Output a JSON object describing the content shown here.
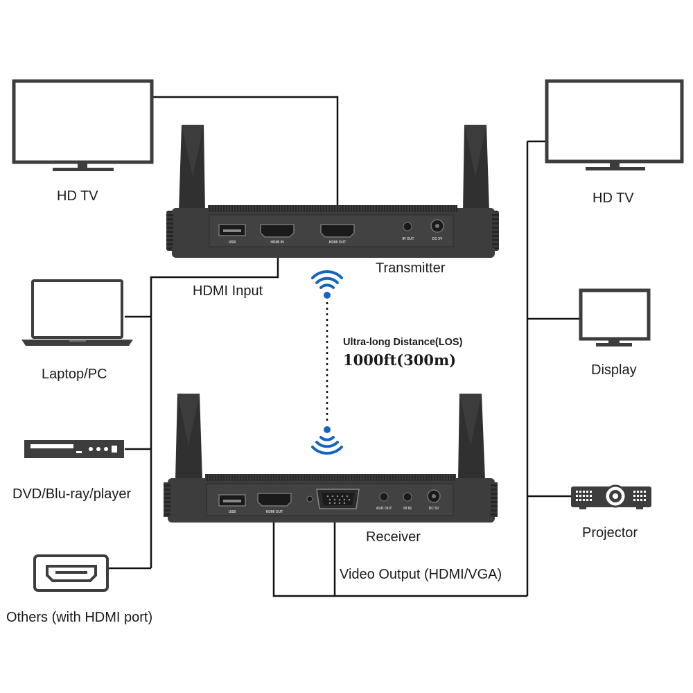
{
  "devices": {
    "transmitter": {
      "label": "Transmitter",
      "ports": [
        "USB",
        "HDMI IN",
        "HDMI OUT",
        "IR OUT",
        "DC 5V"
      ]
    },
    "receiver": {
      "label": "Receiver",
      "ports": [
        "USB",
        "HDMI OUT",
        "AUD OUT",
        "IR IN",
        "DC 5V"
      ]
    }
  },
  "connections": {
    "input_label": "HDMI Input",
    "output_label": "Video Output (HDMI/VGA)"
  },
  "distance": {
    "title": "Ultra-long Distance(LOS)",
    "value": "1000ft(300m)"
  },
  "sources": {
    "tv": "HD TV",
    "laptop": "Laptop/PC",
    "dvd": "DVD/Blu-ray/player",
    "others": "Others (with HDMI port)"
  },
  "outputs": {
    "tv": "HD TV",
    "display": "Display",
    "projector": "Projector"
  },
  "colors": {
    "device": "#3d3d3d",
    "signal": "#1565c0",
    "line": "#111111"
  }
}
